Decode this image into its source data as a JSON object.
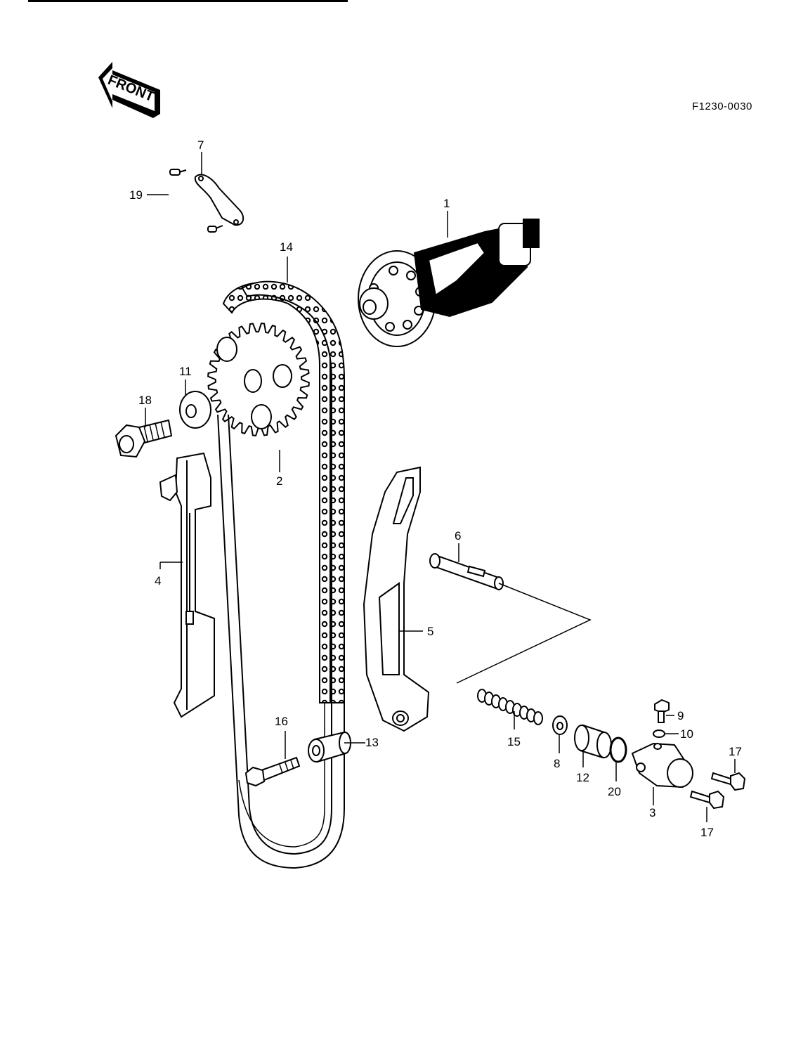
{
  "figure_id": "F1230-0030",
  "front_label": "FRONT",
  "callouts": [
    {
      "id": "c1",
      "text": "1"
    },
    {
      "id": "c2",
      "text": "2"
    },
    {
      "id": "c3",
      "text": "3"
    },
    {
      "id": "c4",
      "text": "4"
    },
    {
      "id": "c5",
      "text": "5"
    },
    {
      "id": "c6",
      "text": "6"
    },
    {
      "id": "c7",
      "text": "7"
    },
    {
      "id": "c8",
      "text": "8"
    },
    {
      "id": "c9",
      "text": "9"
    },
    {
      "id": "c10",
      "text": "10"
    },
    {
      "id": "c11",
      "text": "11"
    },
    {
      "id": "c12",
      "text": "12"
    },
    {
      "id": "c13",
      "text": "13"
    },
    {
      "id": "c14",
      "text": "14"
    },
    {
      "id": "c15",
      "text": "15"
    },
    {
      "id": "c16",
      "text": "16"
    },
    {
      "id": "c17a",
      "text": "17"
    },
    {
      "id": "c17b",
      "text": "17"
    },
    {
      "id": "c18",
      "text": "18"
    },
    {
      "id": "c19",
      "text": "19"
    },
    {
      "id": "c20",
      "text": "20"
    }
  ]
}
